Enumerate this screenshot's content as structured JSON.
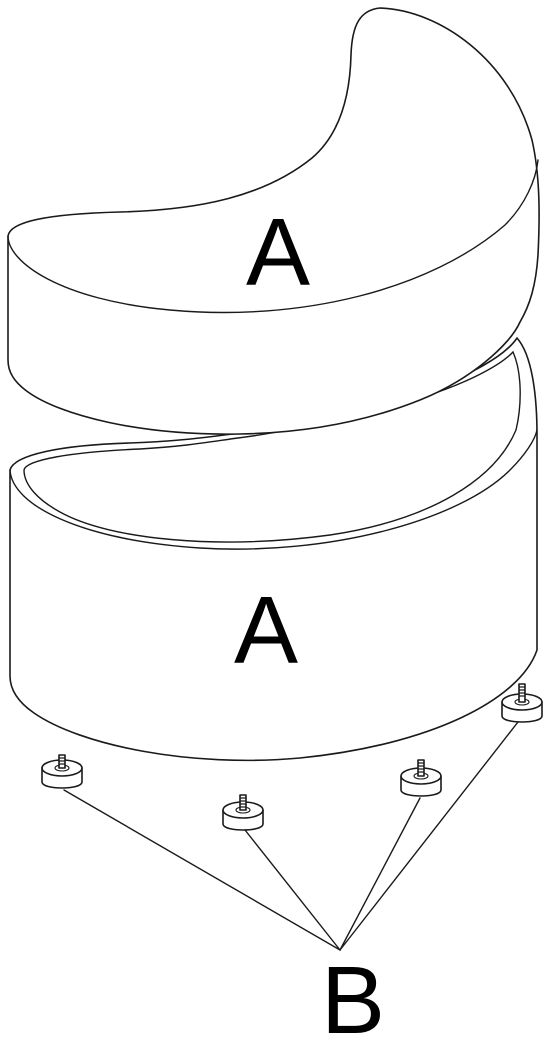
{
  "labels": {
    "top_cushion": "A",
    "bottom_base": "A",
    "feet": "B"
  },
  "colors": {
    "line": "#1a1a1a",
    "background": "#ffffff",
    "text": "#000000"
  }
}
